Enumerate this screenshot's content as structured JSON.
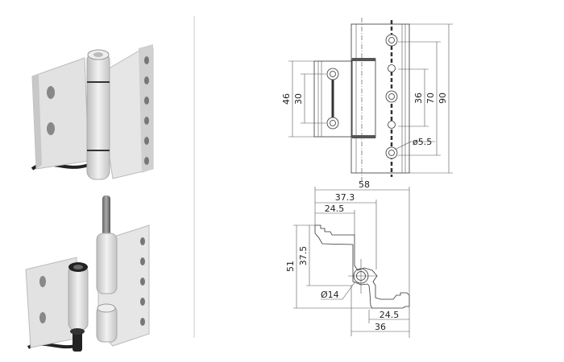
{
  "colors": {
    "line": "#333333",
    "metal": "#d8d8d8",
    "metal_dark": "#a8a8a8",
    "pin": "#7a7a7a",
    "bushing": "#222222",
    "divider": "#cccccc"
  },
  "front_view": {
    "dimensions": {
      "leaf_height": "46",
      "leaf_hole_spacing": "30",
      "inner_hole_spacing": "36",
      "outer_hole_spacing": "70",
      "total_height": "90",
      "hole_diameter": "ø5.5"
    }
  },
  "section_view": {
    "dimensions": {
      "total_width": "58",
      "barrel_offset": "37.3",
      "top_step": "24.5",
      "height": "51",
      "barrel_height": "37.5",
      "barrel_diameter": "Ø14",
      "bottom_step": "24.5",
      "bottom_width": "36"
    }
  }
}
